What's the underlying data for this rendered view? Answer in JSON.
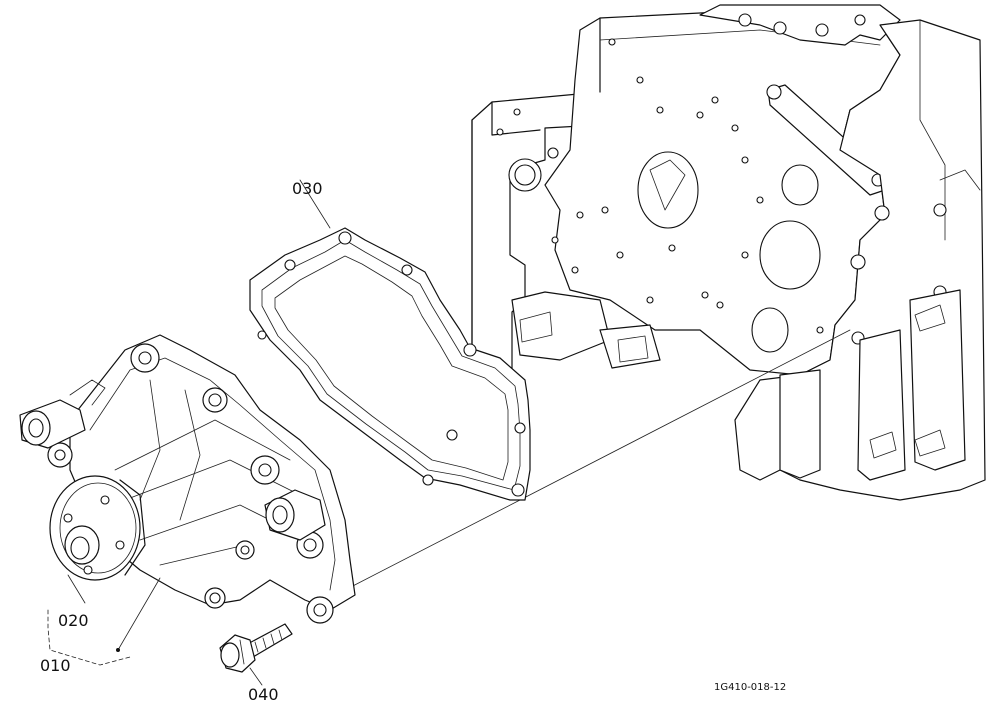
{
  "callouts": {
    "gasket": "030",
    "impeller_assy": "020",
    "pump_assy": "010",
    "bolt": "040"
  },
  "drawing_ref": "1G410-018-12"
}
